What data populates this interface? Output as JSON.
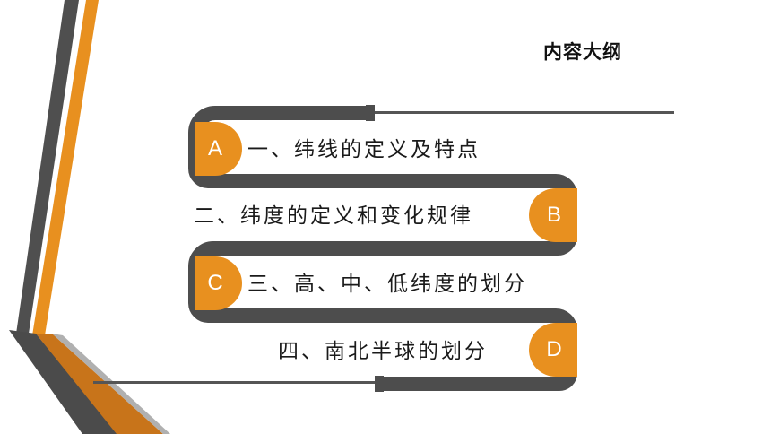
{
  "slide": {
    "title": "内容大纲",
    "items": [
      {
        "letter": "A",
        "text": "一、纬线的定义及特点"
      },
      {
        "letter": "B",
        "text": "二、纬度的定义和变化规律"
      },
      {
        "letter": "C",
        "text": "三、高、中、低纬度的划分"
      },
      {
        "letter": "D",
        "text": "四、南北半球的划分"
      }
    ]
  },
  "colors": {
    "accent_orange": "#e8901f",
    "dark_gray": "#555555",
    "band_gray": "#4d4d4d",
    "text": "#1a1a1a"
  }
}
